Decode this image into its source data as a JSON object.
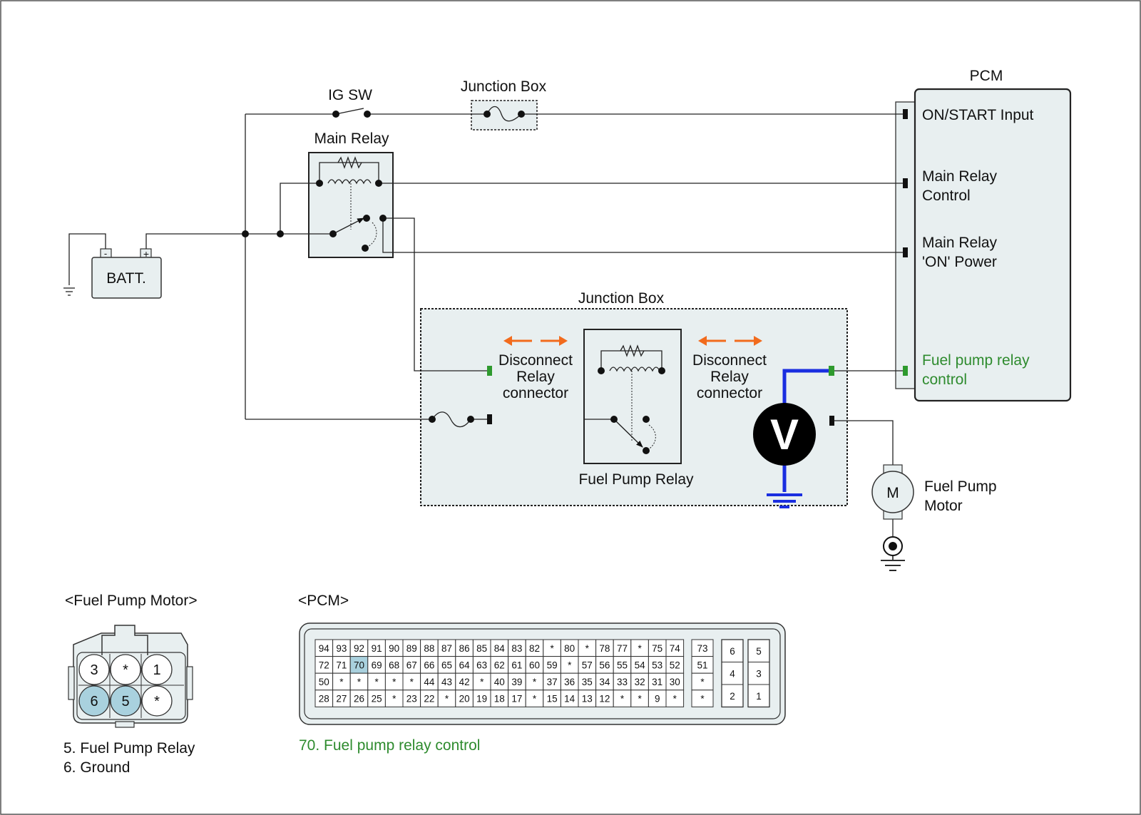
{
  "labels": {
    "ig_sw": "IG SW",
    "junction_box_top": "Junction Box",
    "main_relay": "Main Relay",
    "batt": "BATT.",
    "batt_minus": "-",
    "batt_plus": "+",
    "pcm": "PCM",
    "junction_box_main": "Junction Box",
    "disconnect_line1": "Disconnect",
    "disconnect_line2": "Relay",
    "disconnect_line3": "connector",
    "fuel_pump_relay": "Fuel Pump Relay",
    "voltmeter": "V",
    "motor": "M",
    "fuel_pump_motor_line1": "Fuel Pump",
    "fuel_pump_motor_line2": "Motor"
  },
  "pcm_pins": {
    "on_start_input": "ON/START Input",
    "main_relay_control_line1": "Main Relay",
    "main_relay_control_line2": "Control",
    "main_relay_on_power_line1": "Main Relay",
    "main_relay_on_power_line2": "'ON' Power",
    "fuel_pump_relay_control_line1": "Fuel pump relay",
    "fuel_pump_relay_control_line2": "control"
  },
  "fuel_pump_motor_connector": {
    "title": "<Fuel Pump Motor>",
    "top_row": [
      "3",
      "*",
      "1"
    ],
    "bottom_row": [
      "6",
      "5",
      "*"
    ],
    "highlighted": [
      "6",
      "5"
    ],
    "legend": [
      "5. Fuel Pump Relay",
      "6. Ground"
    ]
  },
  "pcm_connector": {
    "title": "<PCM>",
    "main_rows": [
      [
        "94",
        "93",
        "92",
        "91",
        "90",
        "89",
        "88",
        "87",
        "86",
        "85",
        "84",
        "83",
        "82",
        "*",
        "80",
        "*",
        "78",
        "77",
        "*",
        "75",
        "74"
      ],
      [
        "72",
        "71",
        "70",
        "69",
        "68",
        "67",
        "66",
        "65",
        "64",
        "63",
        "62",
        "61",
        "60",
        "59",
        "*",
        "57",
        "56",
        "55",
        "54",
        "53",
        "52"
      ],
      [
        "50",
        "*",
        "*",
        "*",
        "*",
        "*",
        "44",
        "43",
        "42",
        "*",
        "40",
        "39",
        "*",
        "37",
        "36",
        "35",
        "34",
        "33",
        "32",
        "31",
        "30"
      ],
      [
        "28",
        "27",
        "26",
        "25",
        "*",
        "23",
        "22",
        "*",
        "20",
        "19",
        "18",
        "17",
        "*",
        "15",
        "14",
        "13",
        "12",
        "*",
        "*",
        "9",
        "*"
      ]
    ],
    "side_column": [
      "73",
      "51",
      "*",
      "*"
    ],
    "small_blocks": [
      [
        "6",
        "5"
      ],
      [
        "4",
        "3"
      ],
      [
        "2",
        "1"
      ]
    ],
    "highlighted": [
      "70"
    ],
    "legend": "70. Fuel pump relay control"
  },
  "colors": {
    "box_fill": "#e8eff0",
    "highlight": "#a9d1de",
    "accent_green": "#2e8b2e",
    "arrow_orange": "#f26b1d",
    "probe_blue": "#1a2ee0"
  }
}
